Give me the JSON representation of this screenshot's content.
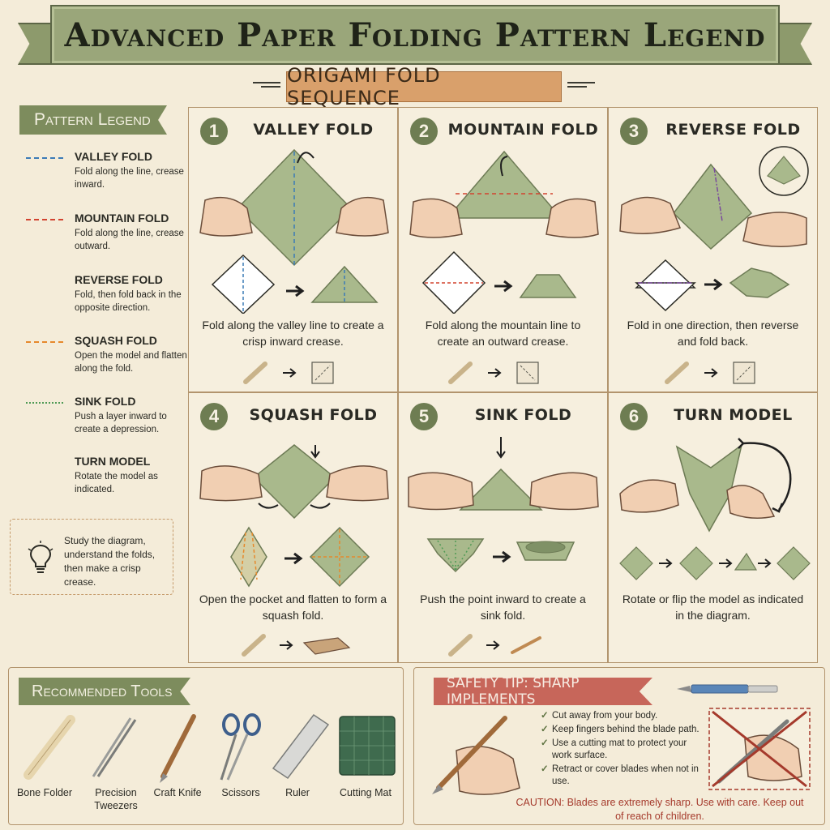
{
  "title": "Advanced Paper Folding Pattern Legend",
  "subtitle": "ORIGAMI FOLD SEQUENCE",
  "legend": {
    "heading": "Pattern Legend",
    "items": [
      {
        "name": "VALLEY FOLD",
        "desc": "Fold along the line, crease inward.",
        "color": "#3b7bb6",
        "style": "dashed"
      },
      {
        "name": "MOUNTAIN FOLD",
        "desc": "Fold along the line, crease outward.",
        "color": "#d2432f",
        "style": "dashed"
      },
      {
        "name": "REVERSE FOLD",
        "desc": "Fold, then fold back in the opposite direction.",
        "color": "#7a4b9c",
        "style": "dash-dot"
      },
      {
        "name": "SQUASH FOLD",
        "desc": "Open the model and flatten along the fold.",
        "color": "#e6892c",
        "style": "dashed"
      },
      {
        "name": "SINK FOLD",
        "desc": "Push a layer inward to create a depression.",
        "color": "#4f9a55",
        "style": "dotted"
      },
      {
        "name": "TURN MODEL",
        "desc": "Rotate the model as indicated.",
        "color": "#1f1f1f",
        "style": "arrow"
      }
    ],
    "tip": "Study the diagram, understand the folds, then make a crisp crease.",
    "tip_icon": "lightbulb-icon"
  },
  "steps": [
    {
      "num": "1",
      "title": "VALLEY FOLD",
      "caption": "Fold along the valley line to create a crisp inward crease."
    },
    {
      "num": "2",
      "title": "MOUNTAIN FOLD",
      "caption": "Fold along the mountain line to create an outward crease."
    },
    {
      "num": "3",
      "title": "REVERSE FOLD",
      "caption": "Fold in one direction, then reverse and fold back."
    },
    {
      "num": "4",
      "title": "SQUASH FOLD",
      "caption": "Open the pocket and flatten to form a squash fold."
    },
    {
      "num": "5",
      "title": "SINK FOLD",
      "caption": "Push the point inward to create a sink fold."
    },
    {
      "num": "6",
      "title": "TURN MODEL",
      "caption": "Rotate or flip the model as indicated in the diagram."
    }
  ],
  "tools": {
    "heading": "Recommended Tools",
    "items": [
      "Bone Folder",
      "Precision Tweezers",
      "Craft Knife",
      "Scissors",
      "Ruler",
      "Cutting Mat"
    ]
  },
  "safety": {
    "heading": "SAFETY TIP: SHARP IMPLEMENTS",
    "tips": [
      "Cut away from your body.",
      "Keep fingers behind the blade path.",
      "Use a cutting mat to protect your work surface.",
      "Retract or cover blades when not in use."
    ],
    "caution": "CAUTION: Blades are extremely sharp. Use with care. Keep out of reach of children."
  },
  "colors": {
    "paper": "#a9b98c",
    "accent_green": "#6e7d52",
    "safety_red": "#c7665a",
    "valley": "#3b7bb6",
    "mountain": "#d2432f",
    "reverse": "#7a4b9c",
    "squash": "#e6892c",
    "sink": "#4f9a55"
  }
}
